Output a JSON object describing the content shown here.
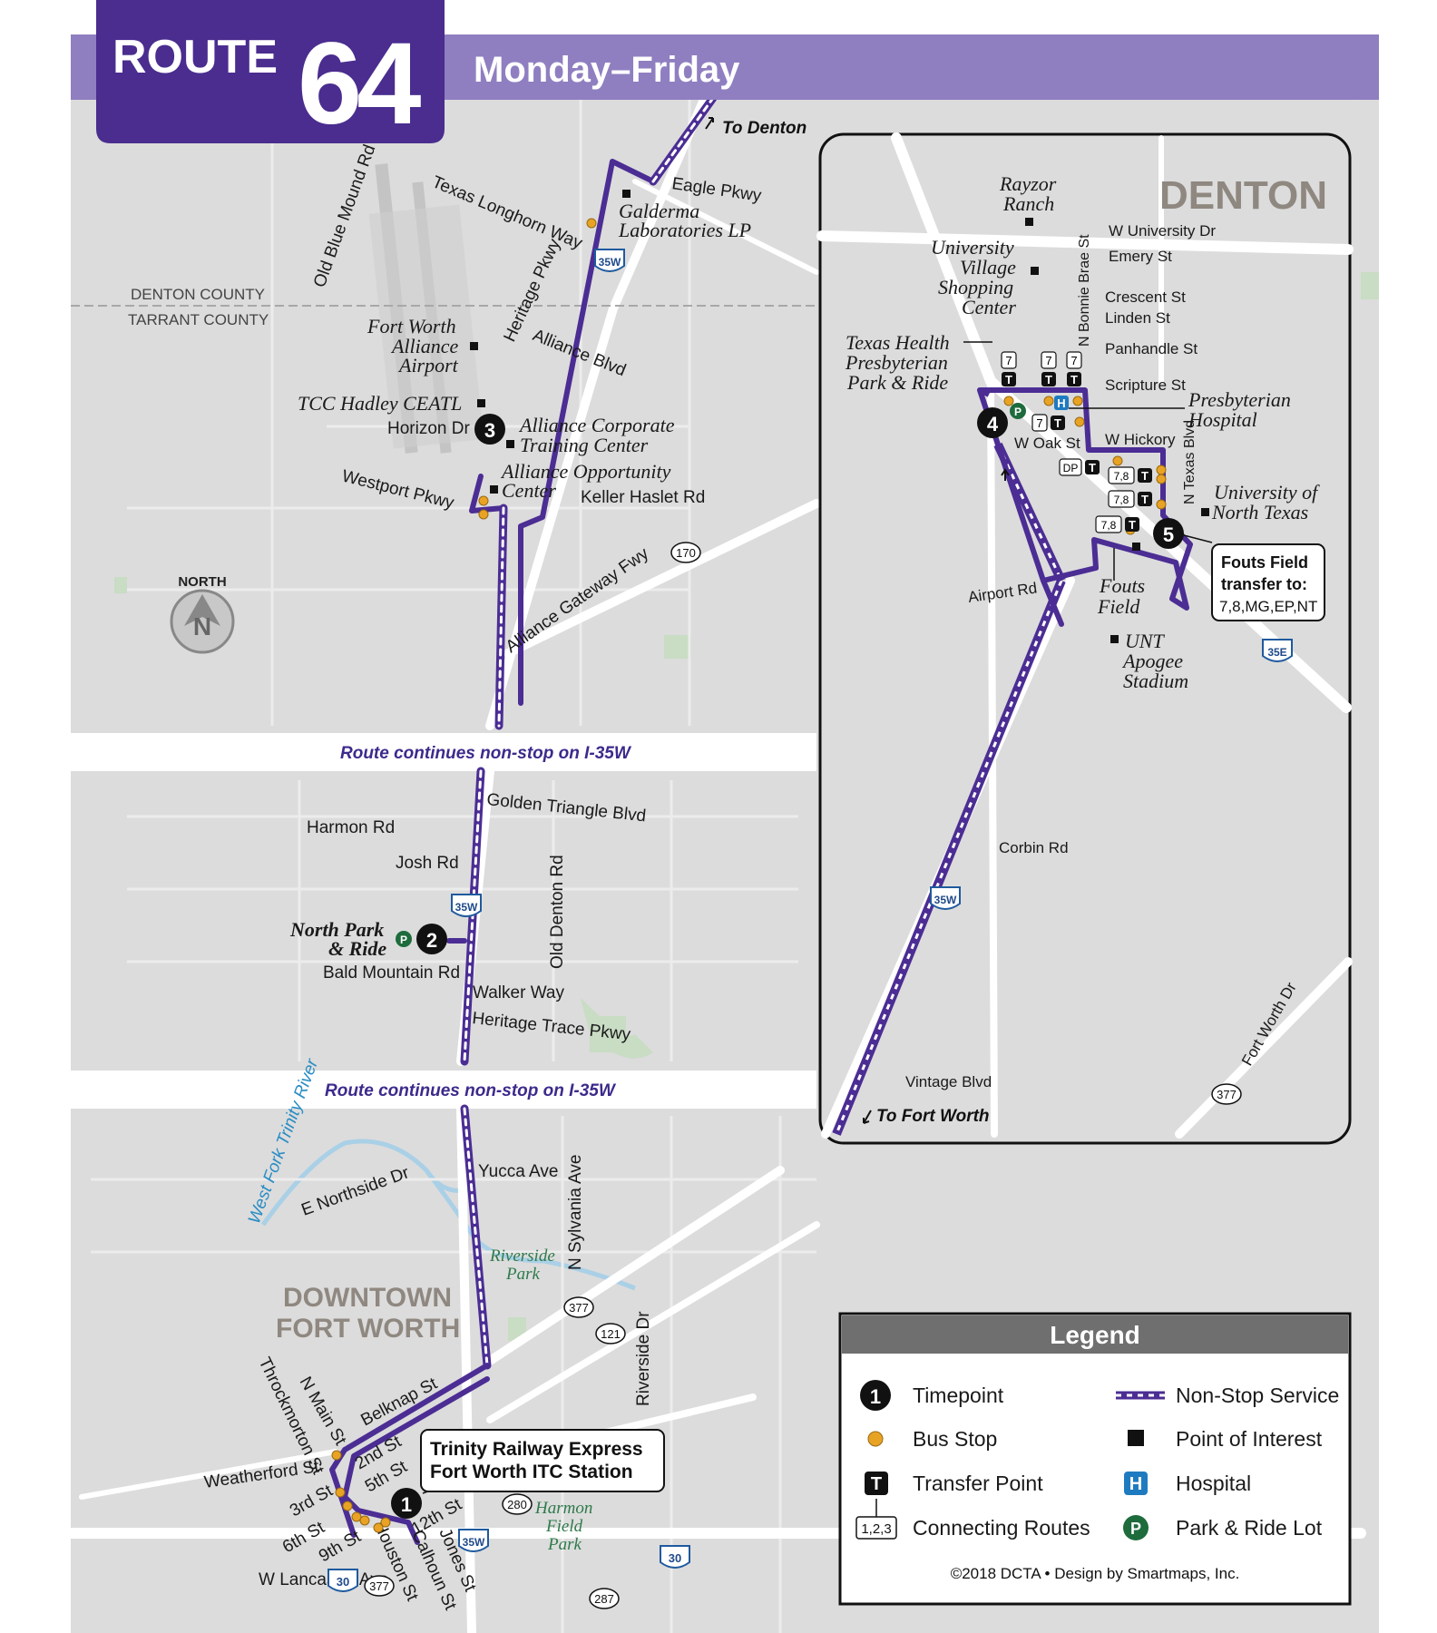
{
  "header": {
    "route_word": "ROUTE",
    "route_number": "64",
    "schedule_days": "Monday–Friday"
  },
  "colors": {
    "route": "#4b2d94",
    "header_band": "#8f7fc1",
    "header_box": "#4a2d8f",
    "map_bg": "#dcdcdc",
    "road": "#ffffff",
    "park": "#c9dcc4",
    "water": "#a9d0e6",
    "bus_stop": "#e8a325",
    "park_ride": "#1e6b3c",
    "hospital": "#1f7bc0",
    "legend_header": "#6f6f6f"
  },
  "direction_labels": {
    "to_denton": "To Denton",
    "to_fort_worth": "To Fort Worth"
  },
  "north_arrow": {
    "label": "NORTH",
    "letter": "N"
  },
  "counties": {
    "north": "DENTON COUNTY",
    "south": "TARRANT COUNTY"
  },
  "nonstop_notices": [
    "Route continues non-stop on I-35W",
    "Route continues non-stop on I-35W"
  ],
  "streets_main": {
    "old_blue_mound": "Old Blue Mound Rd",
    "texas_longhorn": "Texas Longhorn Way",
    "eagle_pkwy": "Eagle Pkwy",
    "heritage_pkwy": "Heritage Pkwy",
    "alliance_blvd": "Alliance Blvd",
    "horizon_dr": "Horizon Dr",
    "westport_pkwy": "Westport Pkwy",
    "keller_haslet": "Keller Haslet Rd",
    "alliance_gateway": "Alliance Gateway Fwy",
    "golden_triangle": "Golden Triangle Blvd",
    "harmon_rd": "Harmon Rd",
    "josh_rd": "Josh Rd",
    "old_denton_rd": "Old Denton Rd",
    "bald_mountain": "Bald Mountain Rd",
    "walker_way": "Walker Way",
    "heritage_trace": "Heritage Trace Pkwy",
    "yucca_ave": "Yucca Ave",
    "e_northside": "E Northside Dr",
    "n_sylvania": "N Sylvania Ave",
    "riverside_dr": "Riverside Dr",
    "belknap_st": "Belknap St",
    "n_main_st": "N Main St",
    "throckmorton": "Throckmorton St",
    "weatherford": "Weatherford St",
    "second_st": "2nd St",
    "fifth_st": "5th St",
    "third_st": "3rd St",
    "sixth_st": "6th St",
    "ninth_st": "9th St",
    "twelfth_st": "12th St",
    "houston_st": "Houston St",
    "calhoun_st": "Calhoun St",
    "jones_st": "Jones St",
    "w_lancaster": "W Lancaster Ave"
  },
  "water_labels": {
    "trinity": "West Fork Trinity River"
  },
  "places_main": {
    "galderma_1": "Galderma",
    "galderma_2": "Laboratories LP",
    "fw_alliance_1": "Fort Worth",
    "fw_alliance_2": "Alliance",
    "fw_alliance_3": "Airport",
    "tcc_hadley": "TCC Hadley CEATL",
    "act_center_1": "Alliance Corporate",
    "act_center_2": "Training Center",
    "opp_center_1": "Alliance Opportunity",
    "opp_center_2": "Center",
    "north_park_1": "North Park",
    "north_park_2": "& Ride",
    "riverside_park_1": "Riverside",
    "riverside_park_2": "Park",
    "harmon_field_1": "Harmon",
    "harmon_field_2": "Field",
    "harmon_field_3": "Park",
    "downtown_1": "DOWNTOWN",
    "downtown_2": "FORT WORTH"
  },
  "highway_shields": {
    "i35w": "35W",
    "i35e": "35E",
    "i30": "30",
    "us377": "377",
    "sh170": "170",
    "sh121": "121",
    "sh280": "280",
    "us287": "287"
  },
  "timepoints": [
    "1",
    "2",
    "3",
    "4",
    "5"
  ],
  "trinity_callout": {
    "line1": "Trinity Railway Express",
    "line2": "Fort Worth ITC Station"
  },
  "inset": {
    "city": "DENTON",
    "streets": {
      "university_dr": "W University Dr",
      "emery_st": "Emery St",
      "crescent_st": "Crescent St",
      "linden_st": "Linden St",
      "panhandle_st": "Panhandle St",
      "scripture_st": "Scripture St",
      "w_hickory": "W Hickory",
      "w_oak": "W Oak St",
      "n_bonnie_brae": "N Bonnie Brae St",
      "n_texas_blvd": "N Texas Blvd",
      "airport_rd": "Airport Rd",
      "corbin_rd": "Corbin Rd",
      "vintage_blvd": "Vintage Blvd",
      "fort_worth_dr": "Fort Worth Dr"
    },
    "places": {
      "rayzor_1": "Rayzor",
      "rayzor_2": "Ranch",
      "uvsc_1": "University",
      "uvsc_2": "Village",
      "uvsc_3": "Shopping",
      "uvsc_4": "Center",
      "thpr_1": "Texas Health",
      "thpr_2": "Presbyterian",
      "thpr_3": "Park & Ride",
      "presby_1": "Presbyterian",
      "presby_2": "Hospital",
      "unt_1": "University of",
      "unt_2": "North Texas",
      "fouts_1": "Fouts",
      "fouts_2": "Field",
      "apogee_1": "UNT",
      "apogee_2": "Apogee",
      "apogee_3": "Stadium"
    },
    "connecting_routes": [
      "7",
      "7",
      "7",
      "7",
      "DP",
      "7,8",
      "7,8",
      "7,8"
    ],
    "fouts_transfer": {
      "title1": "Fouts Field",
      "title2": "transfer to:",
      "routes": "7,8,MG,EP,NT"
    }
  },
  "legend": {
    "title": "Legend",
    "items": [
      {
        "label": "Timepoint",
        "icon": "timepoint-icon"
      },
      {
        "label": "Non-Stop Service",
        "icon": "nonstop-line-icon"
      },
      {
        "label": "Bus Stop",
        "icon": "bus-stop-icon"
      },
      {
        "label": "Point of Interest",
        "icon": "poi-square-icon"
      },
      {
        "label": "Transfer Point",
        "icon": "transfer-t-icon"
      },
      {
        "label": "Hospital",
        "icon": "hospital-h-icon"
      },
      {
        "label": "Connecting Routes",
        "icon": "connecting-routes-icon"
      },
      {
        "label": "Park & Ride Lot",
        "icon": "park-ride-p-icon"
      }
    ],
    "sample_timepoint": "1",
    "sample_routes": "1,2,3",
    "credit": "©2018 DCTA  •  Design by Smartmaps, Inc."
  }
}
